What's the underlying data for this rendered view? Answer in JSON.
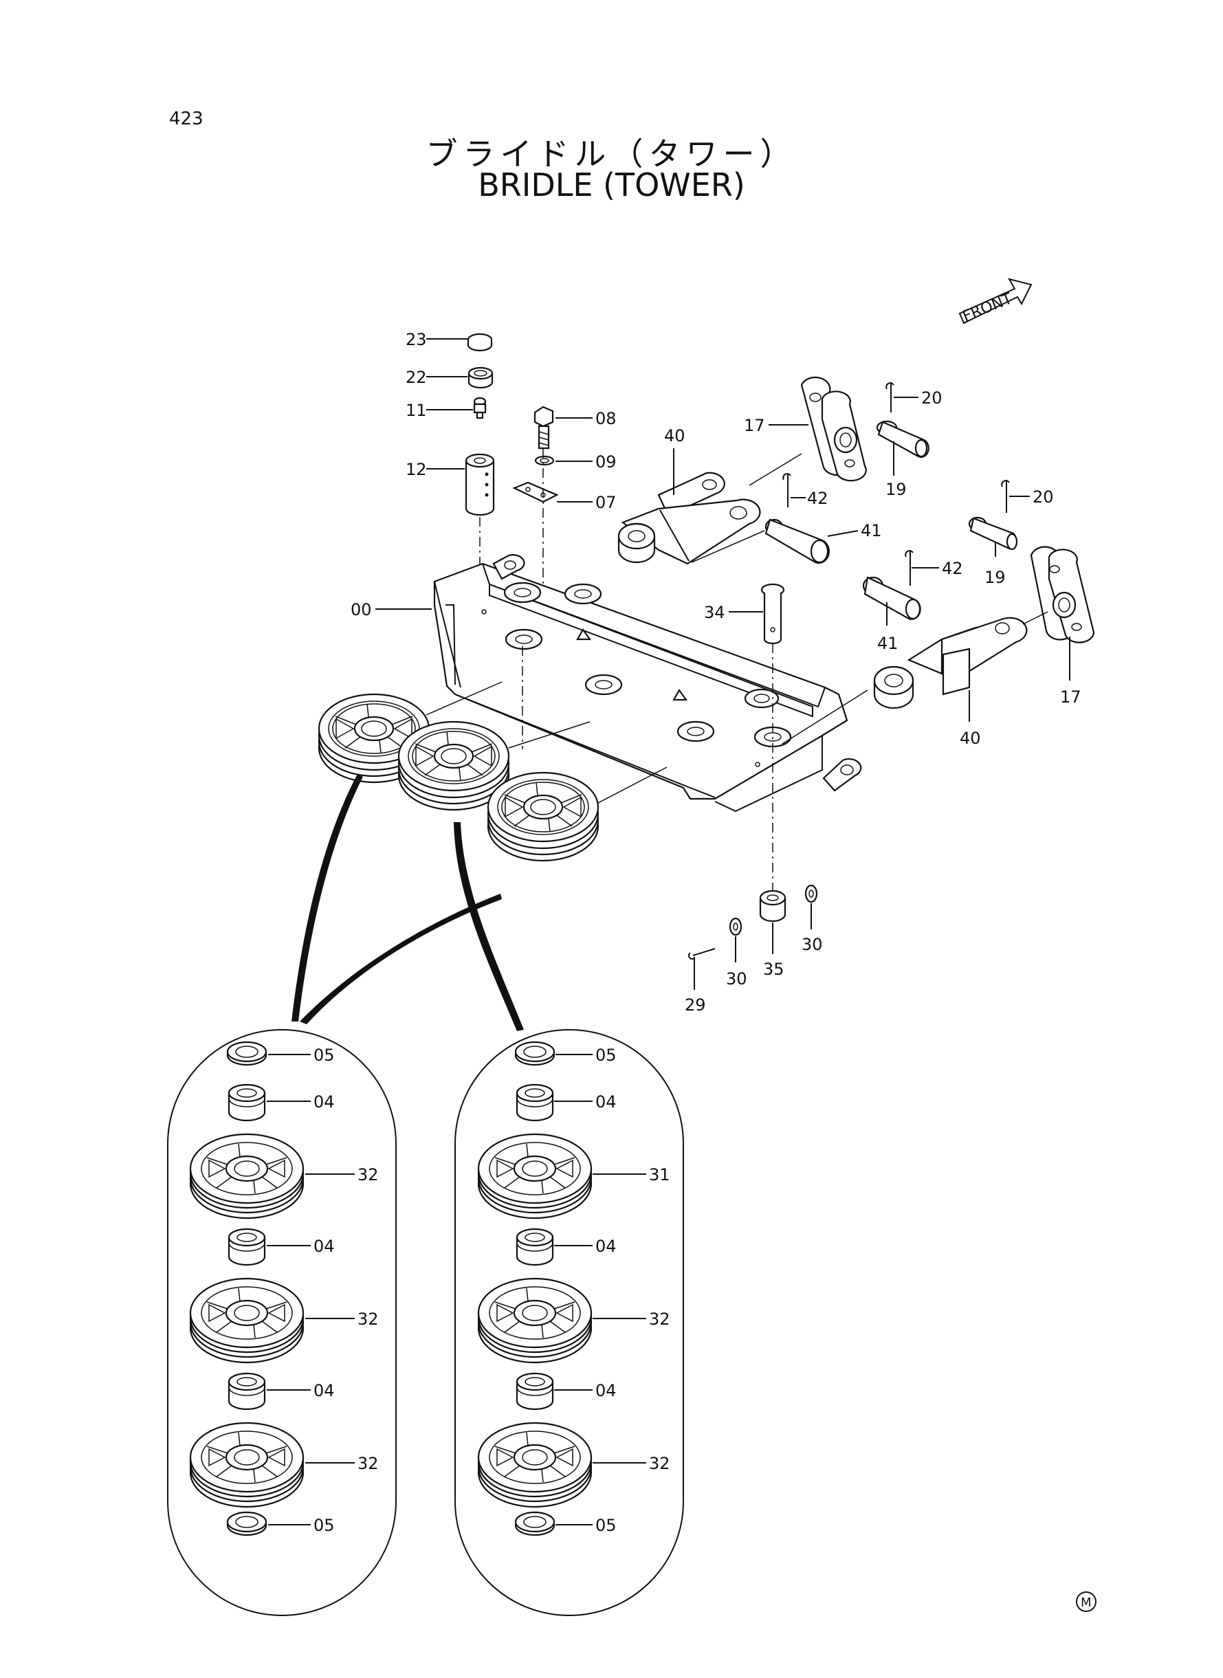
{
  "page_number": "423",
  "title_jp": "ブライドル（タワー）",
  "title_en": "BRIDLE (TOWER)",
  "front_label": "FRONT",
  "mark_symbol": "M",
  "callouts": {
    "c23": "23",
    "c22": "22",
    "c11": "11",
    "c12": "12",
    "c08": "08",
    "c09": "09",
    "c07": "07",
    "c40a": "40",
    "c17a": "17",
    "c20a": "20",
    "c19a": "19",
    "c42a": "42",
    "c41a": "41",
    "c20b": "20",
    "c19b": "19",
    "c42b": "42",
    "c34": "34",
    "c00": "00",
    "c41b": "41",
    "c17b": "17",
    "c40b": "40",
    "c30a": "30",
    "c30b": "30",
    "c35": "35",
    "c29": "29",
    "l05a": "05",
    "l04a": "04",
    "l32a": "32",
    "l04b": "04",
    "l32b": "32",
    "l04c": "04",
    "l32c": "32",
    "l05b": "05",
    "r05a": "05",
    "r04a": "04",
    "r31": "31",
    "r04b": "04",
    "r32a": "32",
    "r04c": "04",
    "r32b": "32",
    "r05b": "05"
  }
}
